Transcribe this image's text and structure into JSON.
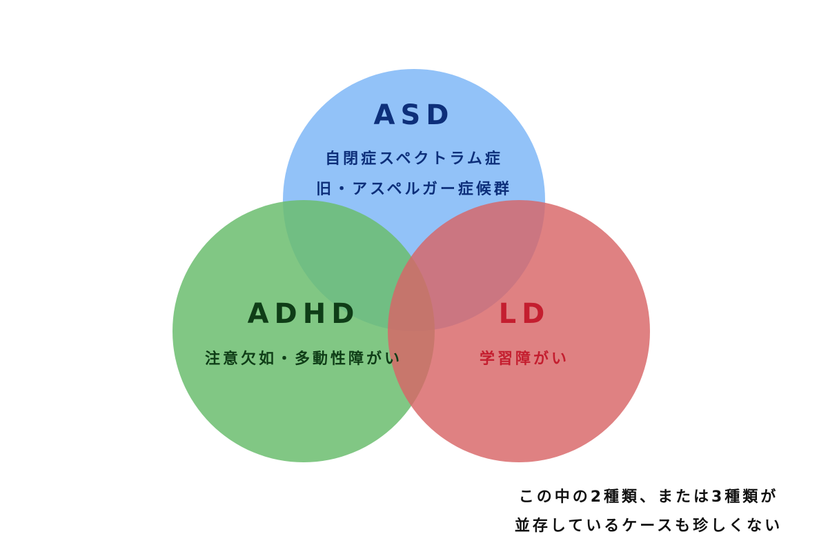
{
  "colors": {
    "asd_fill": "#7fb7f7",
    "adhd_fill": "#6bbd6e",
    "ld_fill": "#d86567",
    "asd_text": "#0d2f7a",
    "adhd_text": "#0f3d17",
    "ld_text": "#c41e2f",
    "note_text": "#111111"
  },
  "sets": {
    "asd": {
      "title": "ASD",
      "sub1": "自閉症スペクトラム症",
      "sub2": "旧・アスペルガー症候群"
    },
    "adhd": {
      "title": "ADHD",
      "sub": "注意欠如・多動性障がい"
    },
    "ld": {
      "title": "LD",
      "sub": "学習障がい"
    }
  },
  "note": {
    "line1": "この中の2種類、または3種類が",
    "line2": "並存しているケースも珍しくない"
  }
}
